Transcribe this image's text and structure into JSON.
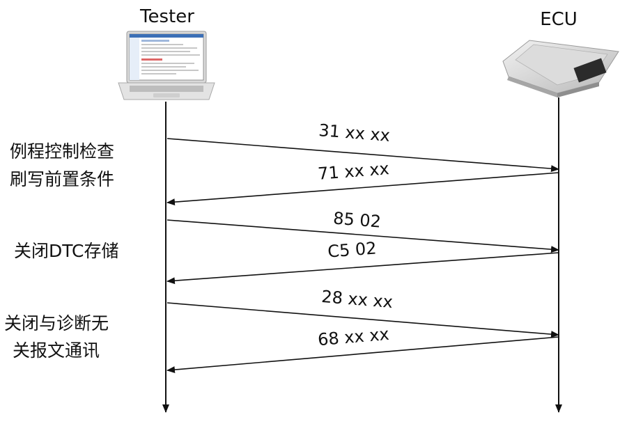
{
  "actors": {
    "tester": {
      "label": "Tester",
      "icon": "laptop-icon"
    },
    "ecu": {
      "label": "ECU",
      "icon": "ecu-module-icon"
    }
  },
  "steps": [
    {
      "label_lines": [
        "例程控制检查",
        "刷写前置条件"
      ],
      "request": "31 xx xx",
      "response": "71 xx xx"
    },
    {
      "label_lines": [
        "关闭DTC存储"
      ],
      "request": "85 02",
      "response": "C5 02"
    },
    {
      "label_lines": [
        "关闭与诊断无",
        "关报文通讯"
      ],
      "request": "28 xx xx",
      "response": "68 xx xx"
    }
  ]
}
